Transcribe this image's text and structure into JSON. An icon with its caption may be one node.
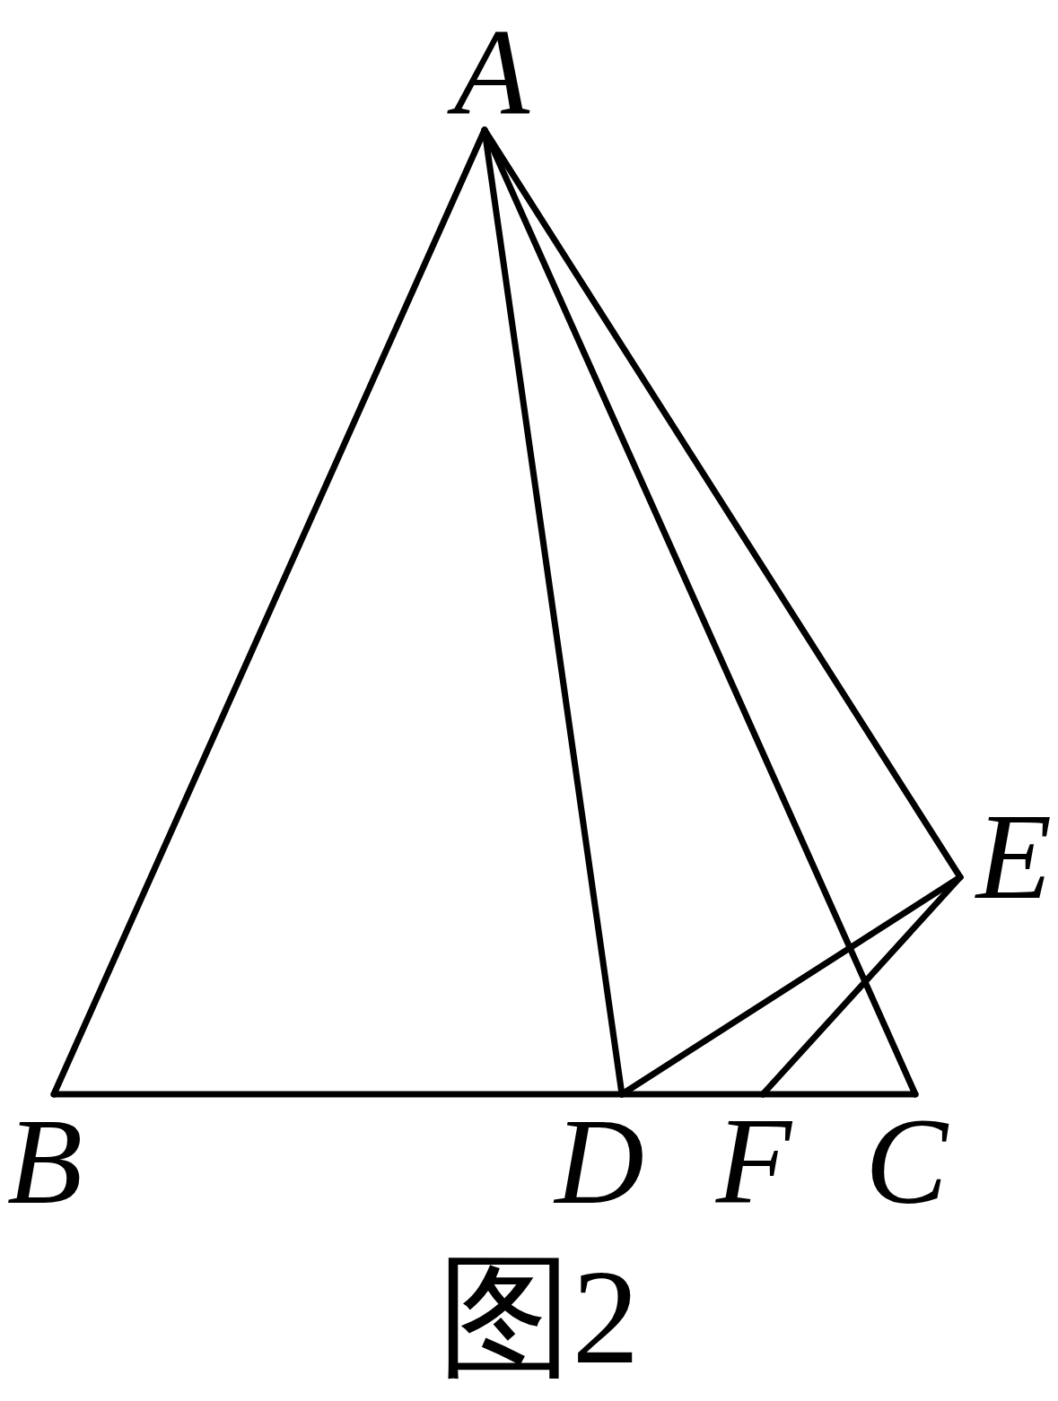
{
  "diagram": {
    "caption": "图2",
    "nodes": [
      {
        "text": [
          "A"
        ]
      },
      {
        "text": [
          "B"
        ]
      },
      {
        "text": [
          "D"
        ]
      },
      {
        "text": [
          "F"
        ]
      },
      {
        "text": [
          "C"
        ]
      },
      {
        "text": [
          "E"
        ]
      }
    ],
    "edges": [
      {
        "from": 0,
        "to": 1,
        "arrow": "none"
      },
      {
        "from": 0,
        "to": 2,
        "arrow": "none"
      },
      {
        "from": 0,
        "to": 4,
        "arrow": "none"
      },
      {
        "from": 0,
        "to": 5,
        "arrow": "none"
      },
      {
        "from": 1,
        "to": 2,
        "arrow": "none"
      },
      {
        "from": 2,
        "to": 3,
        "arrow": "none"
      },
      {
        "from": 3,
        "to": 4,
        "arrow": "none"
      },
      {
        "from": 2,
        "to": 5,
        "arrow": "none"
      },
      {
        "from": 3,
        "to": 5,
        "arrow": "none"
      }
    ]
  }
}
